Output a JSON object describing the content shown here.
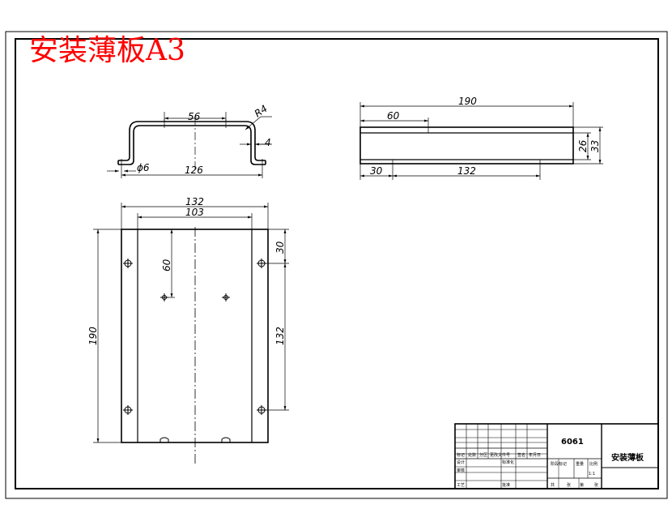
{
  "title": "安装薄板A3",
  "dimensions": {
    "top_view": {
      "width_56": "56",
      "radius": "R4",
      "thickness": "4",
      "hole": "ϕ6",
      "length": "126"
    },
    "side_view": {
      "total": "190",
      "d60": "60",
      "d30": "30",
      "d132": "132",
      "h26": "26",
      "h33": "33"
    },
    "plan_view": {
      "w132": "132",
      "w103": "103",
      "h190": "190",
      "d60": "60",
      "d30": "30",
      "d132": "132"
    }
  },
  "title_block": {
    "material": "6061",
    "part_name": "安装薄板",
    "scale": "1:1",
    "headers": [
      "标记",
      "处数",
      "分区",
      "更改文件号",
      "签名",
      "年月日"
    ],
    "row_labels": [
      "设计",
      "审核",
      "工艺"
    ],
    "std": "标准化",
    "approve": "批准",
    "stage": "阶段标记",
    "weight": "重量",
    "ratio": "比例",
    "sheets_total": "共",
    "sheets_label": "张",
    "sheet_no": "第",
    "sheet_label": "张"
  }
}
